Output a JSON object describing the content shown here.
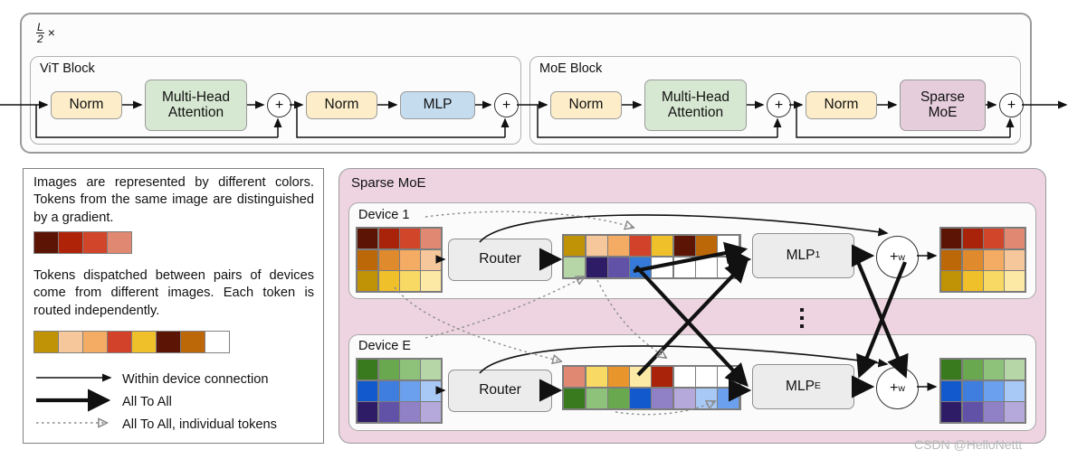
{
  "diagram": {
    "repeat_label": "L/2 ×",
    "repeat_numerator": "L",
    "repeat_denominator": "2",
    "repeat_times": "×"
  },
  "vit_block": {
    "title": "ViT Block",
    "norm1": "Norm",
    "attention": "Multi-Head\nAttention",
    "attention_line1": "Multi-Head",
    "attention_line2": "Attention",
    "add1": "+",
    "norm2": "Norm",
    "mlp": "MLP",
    "add2": "+"
  },
  "moe_block": {
    "title": "MoE Block",
    "norm1": "Norm",
    "attention_line1": "Multi-Head",
    "attention_line2": "Attention",
    "add1": "+",
    "norm2": "Norm",
    "sparse_line1": "Sparse",
    "sparse_line2": "MoE",
    "add2": "+"
  },
  "legend": {
    "para1": "Images are represented by different colors. Tokens from the same image are distinguished by a gradient.",
    "para2": "Tokens dispatched between pairs of devices come from different images. Each token is routed independently.",
    "swatch_gradient": [
      "#5c1405",
      "#af2409",
      "#d1462a",
      "#e08872"
    ],
    "swatch_mixed": [
      "#c09205",
      "#f6c79a",
      "#f4ab63",
      "#d2412a",
      "#efc029",
      "#5c1405",
      "#bc6708",
      "#ffffff"
    ],
    "rows": [
      {
        "label": "Within device connection",
        "style": "thin-arrow"
      },
      {
        "label": "All To All",
        "style": "thick-arrow"
      },
      {
        "label": "All To All, individual tokens",
        "style": "dotted-arrow"
      }
    ]
  },
  "sparse_moe": {
    "title": "Sparse MoE",
    "ellipsis": "⋮",
    "devices": [
      {
        "name": "Device 1",
        "router": "Router",
        "mlp_label": "MLP",
        "mlp_subscript": "1",
        "combine": "+",
        "combine_subscript": "w",
        "input_grid": {
          "cols": 4,
          "rows": 3,
          "cells": [
            "#5c1405",
            "#a82309",
            "#d1462a",
            "#e08872",
            "#bc6708",
            "#e08a2e",
            "#f4ab63",
            "#f6c79a",
            "#c09205",
            "#efc029",
            "#f8d964",
            "#fce9a5"
          ]
        },
        "token_strip": {
          "cols": 8,
          "rows": 2,
          "cells": [
            "#c09205",
            "#f6c79a",
            "#f4ab63",
            "#d2412a",
            "#efc029",
            "#5c1405",
            "#bc6708",
            "#ffffff",
            "#b6d6a8",
            "#2f1c66",
            "#6152a8",
            "#357ad8",
            "#ffffff",
            "#ffffff",
            "#ffffff",
            "#ffffff"
          ]
        },
        "output_grid": {
          "cols": 4,
          "rows": 3,
          "cells": [
            "#5c1405",
            "#a82309",
            "#d1462a",
            "#e08872",
            "#bc6708",
            "#e08a2e",
            "#f4ab63",
            "#f6c79a",
            "#c09205",
            "#efc029",
            "#f8d964",
            "#fce9a5"
          ]
        }
      },
      {
        "name": "Device E",
        "router": "Router",
        "mlp_label": "MLP",
        "mlp_subscript": "E",
        "combine": "+",
        "combine_subscript": "w",
        "input_grid": {
          "cols": 4,
          "rows": 3,
          "cells": [
            "#3a7a1e",
            "#69a84f",
            "#8ec27a",
            "#b6d6a8",
            "#1259cd",
            "#3f7ddf",
            "#6aa0ee",
            "#a8c8f5",
            "#2f1c66",
            "#6152a8",
            "#9080c6",
            "#b5a8da"
          ]
        },
        "token_strip": {
          "cols": 8,
          "rows": 2,
          "cells": [
            "#e08872",
            "#f8d964",
            "#e8952c",
            "#fce9a5",
            "#a82309",
            "#ffffff",
            "#ffffff",
            "#ffffff",
            "#3a7a1e",
            "#8ec27a",
            "#69a84f",
            "#1259cd",
            "#9080c6",
            "#b5a8da",
            "#a8c8f5",
            "#6aa0ee"
          ]
        },
        "output_grid": {
          "cols": 4,
          "rows": 3,
          "cells": [
            "#3a7a1e",
            "#69a84f",
            "#8ec27a",
            "#b6d6a8",
            "#1259cd",
            "#3f7ddf",
            "#6aa0ee",
            "#a8c8f5",
            "#2f1c66",
            "#6152a8",
            "#9080c6",
            "#b5a8da"
          ]
        }
      }
    ]
  },
  "watermark": "CSDN @HelloNettt",
  "colors": {
    "norm": "#fdeec9",
    "attention": "#d7e8d2",
    "mlp": "#c5dcef",
    "sparse_moe": "#e6cddb",
    "panel_bg": "#edd4e0",
    "node_grey": "#ececec"
  }
}
